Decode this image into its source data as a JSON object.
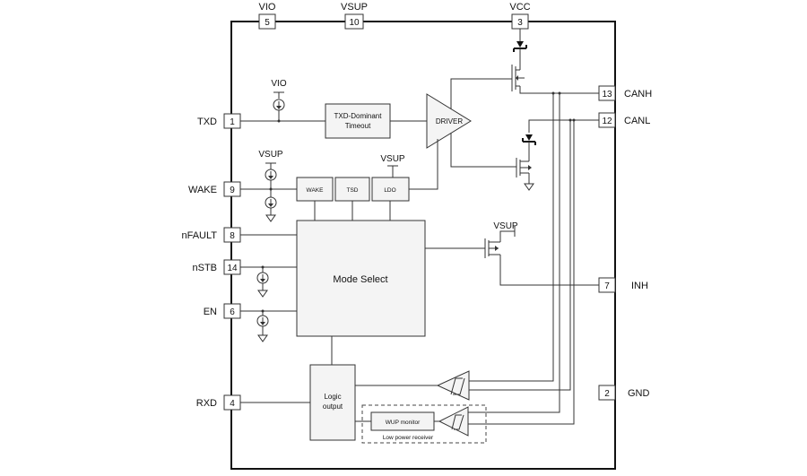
{
  "pins": {
    "vio": {
      "num": "5",
      "label": "VIO"
    },
    "vsup": {
      "num": "10",
      "label": "VSUP"
    },
    "vcc": {
      "num": "3",
      "label": "VCC"
    },
    "txd": {
      "num": "1",
      "label": "TXD"
    },
    "wake": {
      "num": "9",
      "label": "WAKE"
    },
    "nfault": {
      "num": "8",
      "label": "nFAULT"
    },
    "nstb": {
      "num": "14",
      "label": "nSTB"
    },
    "en": {
      "num": "6",
      "label": "EN"
    },
    "rxd": {
      "num": "4",
      "label": "RXD"
    },
    "canh": {
      "num": "13",
      "label": "CANH"
    },
    "canl": {
      "num": "12",
      "label": "CANL"
    },
    "inh": {
      "num": "7",
      "label": "INH"
    },
    "gnd": {
      "num": "2",
      "label": "GND"
    }
  },
  "blocks": {
    "txd_timeout_line1": "TXD-Dominant",
    "txd_timeout_line2": "Timeout",
    "driver": "DRIVER",
    "wake": "WAKE",
    "tsd": "TSD",
    "ldo": "LDO",
    "mode_select": "Mode Select",
    "logic_line1": "Logic",
    "logic_line2": "output",
    "wup_monitor": "WUP monitor",
    "low_power_receiver": "Low power receiver"
  },
  "supply_labels": {
    "vio_pullup": "VIO",
    "vsup_wake": "VSUP",
    "vsup_ldo": "VSUP",
    "vsup_inh": "VSUP"
  }
}
